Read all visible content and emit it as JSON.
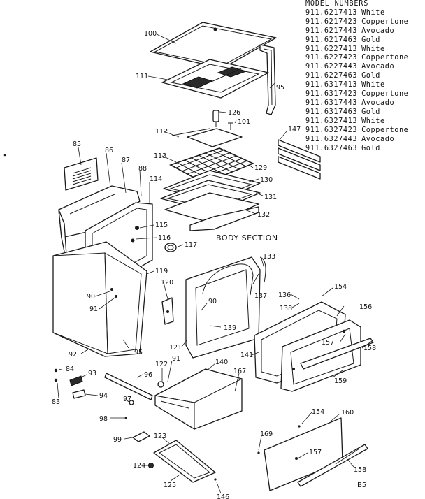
{
  "model_table": {
    "heading": "MODEL NUMBERS",
    "rows": [
      {
        "number": "911.6217413",
        "color": "White"
      },
      {
        "number": "911.6217423",
        "color": "Coppertone"
      },
      {
        "number": "911.6217443",
        "color": "Avocado"
      },
      {
        "number": "911.6217463",
        "color": "Gold"
      },
      {
        "number": "911.6227413",
        "color": "White"
      },
      {
        "number": "911.6227423",
        "color": "Coppertone"
      },
      {
        "number": "911.6227443",
        "color": "Avocado"
      },
      {
        "number": "911.6227463",
        "color": "Gold"
      },
      {
        "number": "911.6317413",
        "color": "White"
      },
      {
        "number": "911.6317423",
        "color": "Coppertone"
      },
      {
        "number": "911.6317443",
        "color": "Avocado"
      },
      {
        "number": "911.6317463",
        "color": "Gold"
      },
      {
        "number": "911.6327413",
        "color": "White"
      },
      {
        "number": "911.6327423",
        "color": "Coppertone"
      },
      {
        "number": "911.6327443",
        "color": "Avocado"
      },
      {
        "number": "911.6327463",
        "color": "Gold"
      }
    ]
  },
  "section_title": "BODY SECTION",
  "page_ref": "B5",
  "callouts": {
    "c100": "100",
    "c111": "111",
    "c95a": "95",
    "c126": "126",
    "c101": "101",
    "c147": "147",
    "c112": "112",
    "c113": "113",
    "c129": "129",
    "c130": "130",
    "c131": "131",
    "c132": "132",
    "c85": "85",
    "c86": "86",
    "c87": "87",
    "c88": "88",
    "c114": "114",
    "c115": "115",
    "c116": "116",
    "c117": "117",
    "c133": "133",
    "c119": "119",
    "c120": "120",
    "c90a": "90",
    "c90b": "90",
    "c91a": "91",
    "c137": "137",
    "c136": "136",
    "c138": "138",
    "c154a": "154",
    "c156": "156",
    "c139": "139",
    "c92": "92",
    "c95b": "95",
    "c121": "121",
    "c141": "141",
    "c157a": "157",
    "c158a": "158",
    "c140": "140",
    "c122": "122",
    "c91b": "91",
    "c167": "167",
    "c159": "159",
    "c84": "84",
    "c93": "93",
    "c96": "96",
    "c83": "83",
    "c94": "94",
    "c97": "97",
    "c98": "98",
    "c154b": "154",
    "c160": "160",
    "c99": "99",
    "c123": "123",
    "c169": "169",
    "c157b": "157",
    "c124": "124",
    "c158b": "158",
    "c125": "125",
    "c146": "146"
  }
}
